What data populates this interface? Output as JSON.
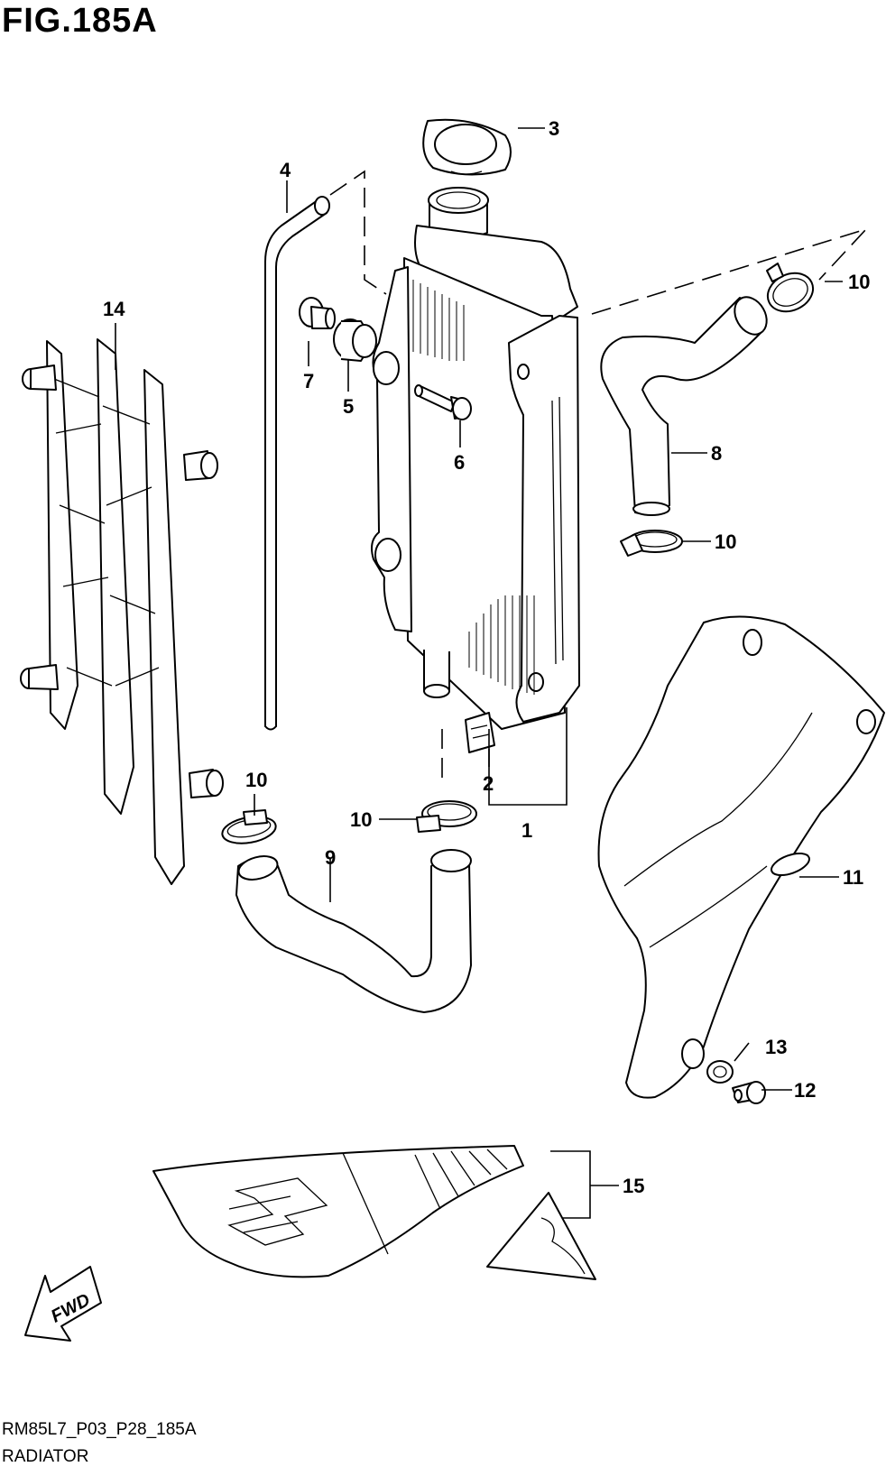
{
  "figure": {
    "title": "FIG.185A",
    "code": "RM85L7_P03_P28_185A",
    "caption": "RADIATOR"
  },
  "callouts": {
    "c1": "1",
    "c2": "2",
    "c3": "3",
    "c4": "4",
    "c5": "5",
    "c6": "6",
    "c7": "7",
    "c8": "8",
    "c9": "9",
    "c10a": "10",
    "c10b": "10",
    "c10c": "10",
    "c10d": "10",
    "c11": "11",
    "c12": "12",
    "c13": "13",
    "c14": "14",
    "c15": "15"
  },
  "direction_marker": {
    "label": "FWD",
    "icon": "fwd-arrow-icon"
  },
  "colors": {
    "ink": "#000000",
    "paper": "#ffffff"
  }
}
